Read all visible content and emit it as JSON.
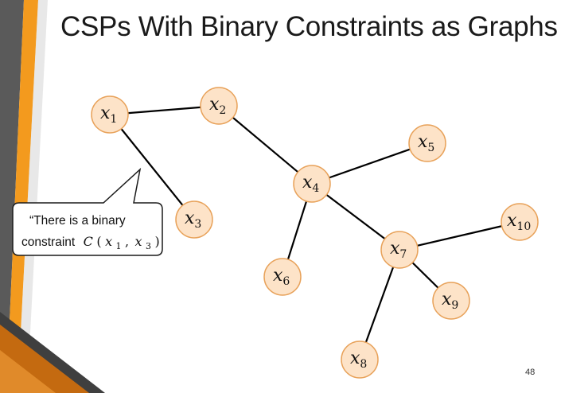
{
  "title": "CSPs With Binary Constraints as Graphs",
  "page_number": "48",
  "colors": {
    "node_fill": "#fde3c8",
    "node_stroke": "#e8a25a",
    "edge": "#000000",
    "accent_orange": "#f08a12",
    "accent_dark": "#4a4a4a"
  },
  "nodes": [
    {
      "id": "x1",
      "var": "x",
      "sub": "1"
    },
    {
      "id": "x2",
      "var": "x",
      "sub": "2"
    },
    {
      "id": "x3",
      "var": "x",
      "sub": "3"
    },
    {
      "id": "x4",
      "var": "x",
      "sub": "4"
    },
    {
      "id": "x5",
      "var": "x",
      "sub": "5"
    },
    {
      "id": "x6",
      "var": "x",
      "sub": "6"
    },
    {
      "id": "x7",
      "var": "x",
      "sub": "7"
    },
    {
      "id": "x8",
      "var": "x",
      "sub": "8"
    },
    {
      "id": "x9",
      "var": "x",
      "sub": "9"
    },
    {
      "id": "x10",
      "var": "x",
      "sub": "10"
    }
  ],
  "edges": [
    [
      "x1",
      "x2"
    ],
    [
      "x1",
      "x3"
    ],
    [
      "x2",
      "x4"
    ],
    [
      "x4",
      "x5"
    ],
    [
      "x4",
      "x6"
    ],
    [
      "x4",
      "x7"
    ],
    [
      "x7",
      "x10"
    ],
    [
      "x7",
      "x9"
    ],
    [
      "x7",
      "x8"
    ]
  ],
  "callout": {
    "line1": "“There is a binary",
    "line2_prefix": "constraint",
    "math": "C",
    "math_open": "(",
    "math_var1": "x",
    "math_sub1": "1",
    "math_comma": ",",
    "math_var2": "x",
    "math_sub2": "3",
    "math_close": ")"
  }
}
